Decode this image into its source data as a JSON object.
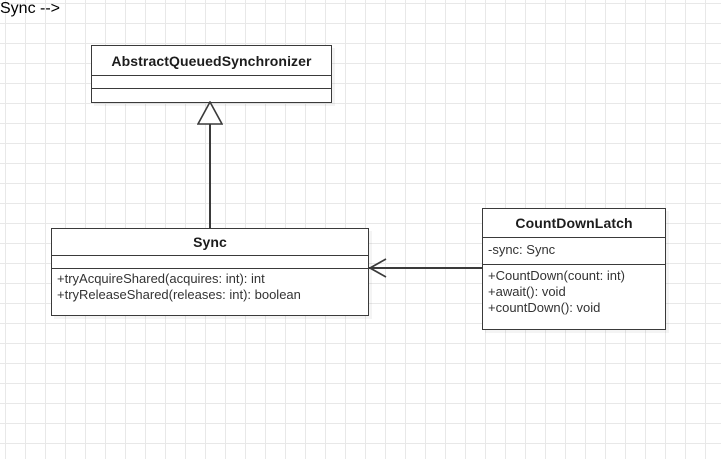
{
  "diagram": {
    "type": "uml-class-diagram",
    "background": "#ffffff",
    "grid_color": "#e8e8e8",
    "line_color": "#3a3a3a",
    "text_color": "#333333",
    "classes": [
      {
        "id": "AbstractQueuedSynchronizer",
        "name": "AbstractQueuedSynchronizer",
        "attributes": [],
        "operations": []
      },
      {
        "id": "Sync",
        "name": "Sync",
        "attributes": [],
        "operations": [
          "+tryAcquireShared(acquires: int): int",
          "+tryReleaseShared(releases: int): boolean"
        ]
      },
      {
        "id": "CountDownLatch",
        "name": "CountDownLatch",
        "attributes": [
          "-sync: Sync"
        ],
        "operations": [
          "+CountDown(count: int)",
          "+await(): void",
          "+countDown(): void"
        ]
      }
    ],
    "relations": [
      {
        "kind": "generalization",
        "from": "Sync",
        "to": "AbstractQueuedSynchronizer",
        "arrow": "hollow-triangle"
      },
      {
        "kind": "association",
        "from": "CountDownLatch",
        "to": "Sync",
        "arrow": "open-arrow"
      }
    ]
  }
}
